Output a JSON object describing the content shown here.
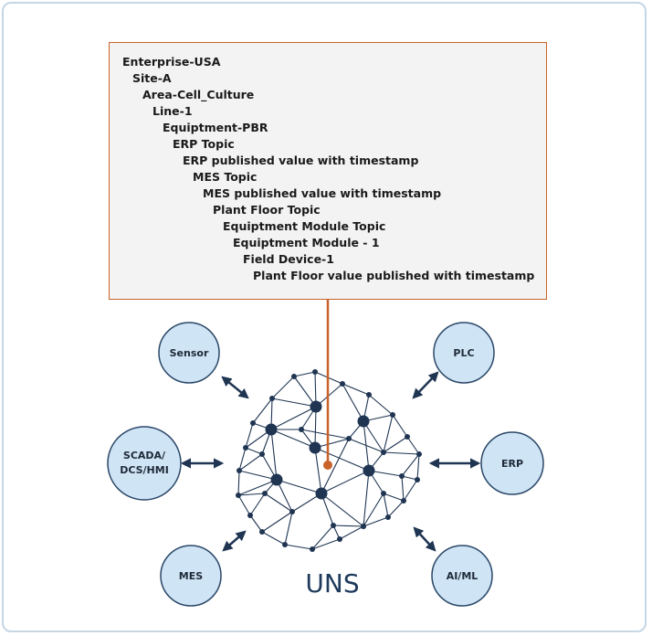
{
  "tree": [
    "Enterprise-USA",
    "Site-A",
    "Area-Cell_Culture",
    "Line-1",
    "Equiptment-PBR",
    "ERP Topic",
    "ERP published value with timestamp",
    "MES Topic",
    "MES published value with timestamp",
    "Plant Floor Topic",
    "Equiptment Module Topic",
    "Equiptment Module - 1",
    "Field Device-1",
    "Plant Floor value published with timestamp"
  ],
  "center_label": "UNS",
  "nodes": {
    "sensor": "Sensor",
    "plc": "PLC",
    "scada_line1": "SCADA/",
    "scada_line2": "DCS/HMI",
    "erp": "ERP",
    "mes": "MES",
    "aiml": "AI/ML"
  },
  "colors": {
    "node_fill": "#cfe4f5",
    "node_stroke": "#2b4868",
    "mesh": "#1f3552",
    "accent": "#c8622a"
  }
}
